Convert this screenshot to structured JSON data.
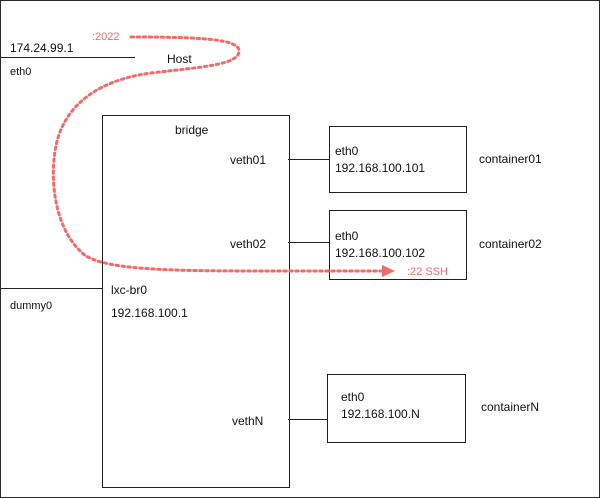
{
  "host": {
    "ip": "174.24.99.1",
    "port": ":2022",
    "iface": "eth0",
    "name": "Host"
  },
  "bridge": {
    "title": "bridge",
    "name": "lxc-br0",
    "ip": "192.168.100.1",
    "dummy": "dummy0"
  },
  "veths": [
    "veth01",
    "veth02",
    "vethN"
  ],
  "containers": [
    {
      "iface": "eth0",
      "ip": "192.168.100.101",
      "name": "container01"
    },
    {
      "iface": "eth0",
      "ip": "192.168.100.102",
      "name": "container02"
    },
    {
      "iface": "eth0",
      "ip": "192.168.100.N",
      "name": "containerN"
    }
  ],
  "ssh_label": ":22 SSH",
  "colors": {
    "accent": "#f26b6b",
    "line": "#1f1f1f"
  }
}
